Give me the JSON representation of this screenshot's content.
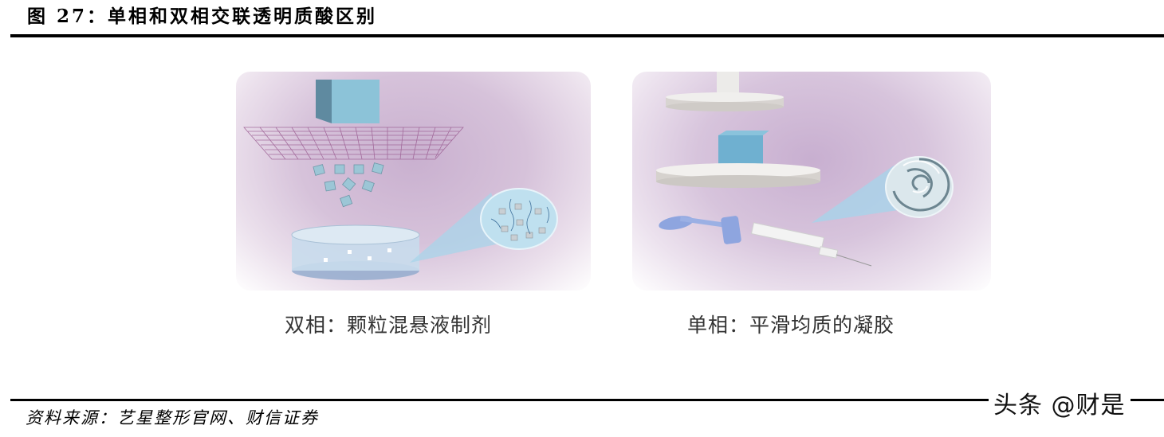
{
  "figure": {
    "title": "图 27：单相和双相交联透明质酸区别",
    "source": "资料来源：艺星整形官网、财信证券",
    "watermark": "头条 @财是"
  },
  "panels": [
    {
      "id": "biphasic",
      "caption": "双相：颗粒混悬液制剂",
      "illustration": [
        "block-cube",
        "sieve-mesh",
        "falling-particles",
        "dish-with-particles",
        "magnified-particles-circle"
      ]
    },
    {
      "id": "monophasic",
      "caption": "单相：平滑均质的凝胶",
      "illustration": [
        "press-plates",
        "gel-cube",
        "syringe",
        "magnified-swirl-gel-circle"
      ]
    }
  ],
  "colors": {
    "background_purple": "#cdb6d3",
    "cube_blue": "#7fb6cf",
    "magnifier_blue": "#bfe0ef",
    "syringe_blue": "#8fa8e0",
    "plate_gray": "#e4e2e0"
  }
}
